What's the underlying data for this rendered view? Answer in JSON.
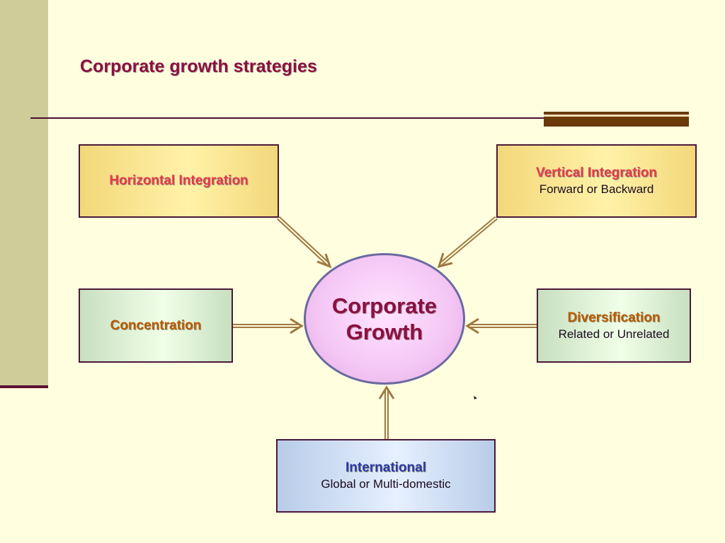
{
  "slide": {
    "title": "Corporate growth strategies",
    "center": "Corporate\nGrowth"
  },
  "boxes": {
    "horizontal": {
      "title": "Horizontal Integration"
    },
    "vertical": {
      "title": "Vertical Integration",
      "sub": "Forward or Backward"
    },
    "concentration": {
      "title": "Concentration"
    },
    "diversification": {
      "title": "Diversification",
      "sub": "Related or Unrelated"
    },
    "international": {
      "title": "International",
      "sub": "Global or Multi-domestic"
    }
  },
  "colors": {
    "title": "#8b1040",
    "arrow": "#a07840",
    "horizontal_title": "#e8384a",
    "vertical_title": "#e8384a",
    "concentration_title": "#b85a00",
    "diversification_title": "#b85a00",
    "international_title": "#2a3aa8"
  }
}
